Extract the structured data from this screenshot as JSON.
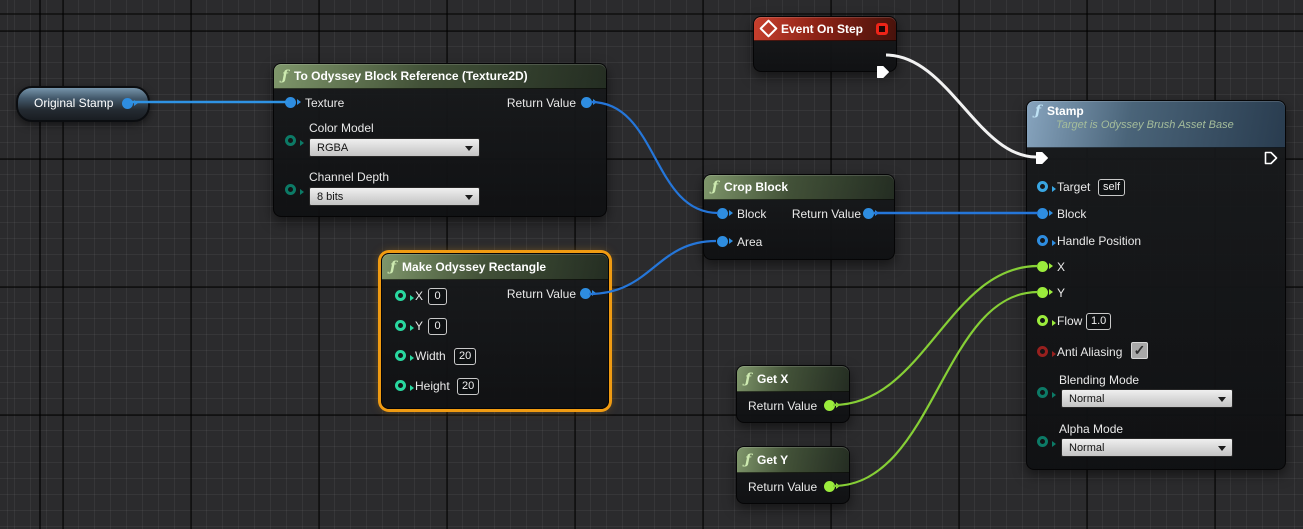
{
  "colors": {
    "wire_object": "#2576d9",
    "wire_exec": "#f2f2f2",
    "wire_int_green": "#86cf36",
    "pin_object": "#2e8de0",
    "pin_int_teal": "#29d8a0",
    "pin_float_lime": "#9bec3c",
    "pin_enum_teal": "#0c7a66",
    "pin_bool_red": "#97201e",
    "selection_outline": "#f09b12"
  },
  "nodes": {
    "original_stamp": {
      "label": "Original Stamp"
    },
    "to_odyssey_block_reference": {
      "title": "To Odyssey Block Reference (Texture2D)",
      "pins": {
        "texture": "Texture",
        "return_value": "Return Value",
        "color_model": "Color Model",
        "channel_depth": "Channel Depth"
      },
      "values": {
        "color_model": "RGBA",
        "channel_depth": "8 bits"
      }
    },
    "event_on_step": {
      "title": "Event On Step"
    },
    "crop_block": {
      "title": "Crop Block",
      "pins": {
        "block": "Block",
        "area": "Area",
        "return_value": "Return Value"
      }
    },
    "make_odyssey_rectangle": {
      "title": "Make Odyssey Rectangle",
      "pins": {
        "x": "X",
        "y": "Y",
        "width": "Width",
        "height": "Height",
        "return_value": "Return Value"
      },
      "values": {
        "x": "0",
        "y": "0",
        "width": "20",
        "height": "20"
      }
    },
    "get_x": {
      "title": "Get X",
      "pins": {
        "return_value": "Return Value"
      }
    },
    "get_y": {
      "title": "Get Y",
      "pins": {
        "return_value": "Return Value"
      }
    },
    "stamp": {
      "title": "Stamp",
      "subtitle": "Target is Odyssey Brush Asset Base",
      "pins": {
        "target": "Target",
        "block": "Block",
        "handle_position": "Handle Position",
        "x": "X",
        "y": "Y",
        "flow": "Flow",
        "anti_aliasing": "Anti Aliasing",
        "blending_mode": "Blending Mode",
        "alpha_mode": "Alpha Mode"
      },
      "values": {
        "target": "self",
        "flow": "1.0",
        "blending_mode": "Normal",
        "alpha_mode": "Normal"
      }
    }
  }
}
